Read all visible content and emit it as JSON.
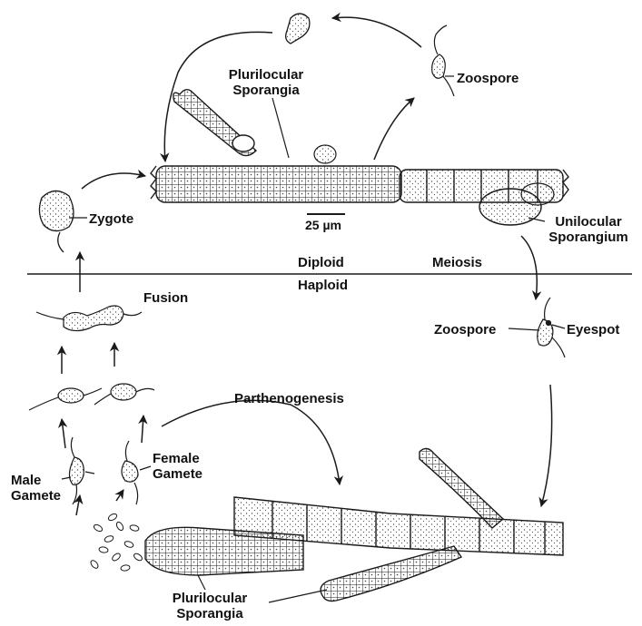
{
  "labels": {
    "plurilocular_top": "Plurilocular\nSporangia",
    "zoospore_top": "Zoospore",
    "zygote": "Zygote",
    "scale_bar": "25 µm",
    "unilocular": "Unilocular\nSporangium",
    "diploid": "Diploid",
    "meiosis": "Meiosis",
    "haploid": "Haploid",
    "fusion": "Fusion",
    "zoospore_mid": "Zoospore",
    "eyespot": "Eyespot",
    "parthenogenesis": "Parthenogenesis",
    "female_gamete": "Female\nGamete",
    "male_gamete": "Male\nGamete",
    "plurilocular_bottom": "Plurilocular\nSporangia"
  },
  "colors": {
    "ink": "#1a1a1a",
    "background": "#ffffff"
  }
}
